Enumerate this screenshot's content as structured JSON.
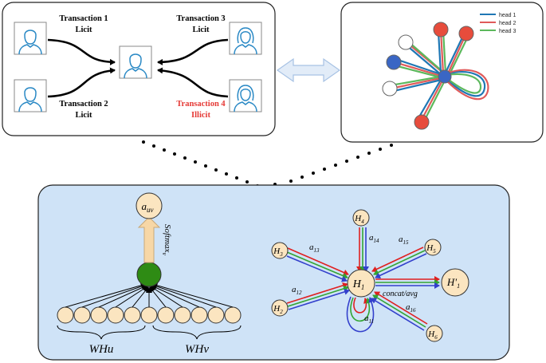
{
  "transactions": {
    "t1": {
      "title": "Transaction 1",
      "status": "Licit"
    },
    "t2": {
      "title": "Transaction 2",
      "status": "Licit"
    },
    "t3": {
      "title": "Transaction 3",
      "status": "Licit"
    },
    "t4": {
      "title": "Transaction 4",
      "status": "Illicit"
    }
  },
  "colors": {
    "panel_bg": "#cfe3f7",
    "illicit": "#e53935",
    "head1": "#1f77b4",
    "head2": "#e05a5a",
    "head3": "#5cb85c",
    "softmax_node": "#2e8b14",
    "head_node": "#fbe5c0",
    "arrow": "#f7d7a6"
  },
  "legend": [
    "head 1",
    "head 2",
    "head 3"
  ],
  "left_panel": {
    "output_base": "a",
    "output_sub": "uv",
    "softmax_base": "Softmax",
    "softmax_sub": "v",
    "wh_u": "WHu",
    "wh_v": "WHv"
  },
  "right_panel": {
    "nodes": [
      {
        "base": "H",
        "sub": "1"
      },
      {
        "base": "H",
        "sub": "2"
      },
      {
        "base": "H",
        "sub": "3"
      },
      {
        "base": "H",
        "sub": "4"
      },
      {
        "base": "H",
        "sub": "5"
      },
      {
        "base": "H",
        "sub": "6"
      },
      {
        "base": "H'",
        "sub": "1"
      }
    ],
    "edges": [
      {
        "base": "a",
        "sub": "11"
      },
      {
        "base": "a",
        "sub": "12"
      },
      {
        "base": "a",
        "sub": "13"
      },
      {
        "base": "a",
        "sub": "14"
      },
      {
        "base": "a",
        "sub": "15"
      },
      {
        "base": "a",
        "sub": "16"
      }
    ],
    "aggregate_label": "concat/avg"
  }
}
